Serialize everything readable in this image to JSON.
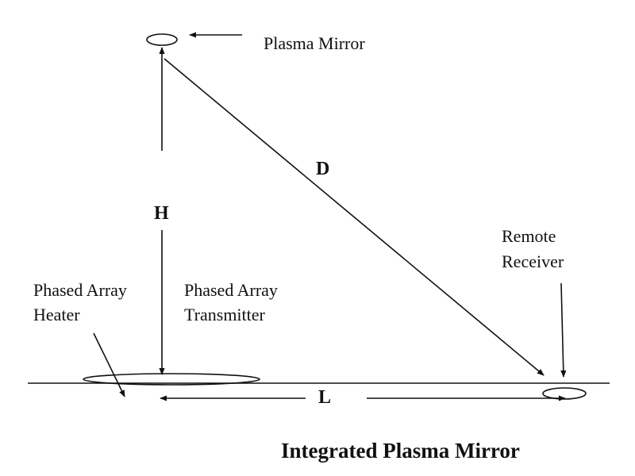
{
  "labels": {
    "plasma_mirror": "Plasma Mirror",
    "d": "D",
    "h": "H",
    "l": "L",
    "remote_receiver_line1": "Remote",
    "remote_receiver_line2": "Receiver",
    "heater_line1": "Phased Array",
    "heater_line2": "Heater",
    "transmitter_line1": "Phased Array",
    "transmitter_line2": "Transmitter"
  },
  "title": "Integrated Plasma Mirror"
}
